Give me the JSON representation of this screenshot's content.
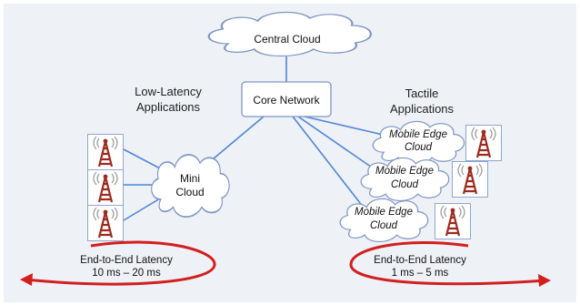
{
  "central_cloud": {
    "label": "Central Cloud"
  },
  "core_network": {
    "label": "Core Network"
  },
  "low_latency": {
    "title_line1": "Low-Latency",
    "title_line2": "Applications"
  },
  "tactile": {
    "title_line1": "Tactile",
    "title_line2": "Applications"
  },
  "mini_cloud": {
    "line1": "Mini",
    "line2": "Cloud"
  },
  "mobile_edge_clouds": [
    {
      "line1": "Mobile Edge",
      "line2": "Cloud"
    },
    {
      "line1": "Mobile Edge",
      "line2": "Cloud"
    },
    {
      "line1": "Mobile Edge",
      "line2": "Cloud"
    }
  ],
  "latency_left": {
    "line1": "End-to-End Latency",
    "line2": "10 ms – 20 ms"
  },
  "latency_right": {
    "line1": "End-to-End Latency",
    "line2": "1 ms – 5 ms"
  },
  "colors": {
    "background_panel": "#eef1f6",
    "cloud_fill": "#ffffff",
    "cloud_stroke": "#7f96c4",
    "link_line": "#4f86d9",
    "arrow": "#d21f1f",
    "tower": "#9e2a1e"
  },
  "icons": {
    "cell_tower": "cell-tower-icon"
  }
}
